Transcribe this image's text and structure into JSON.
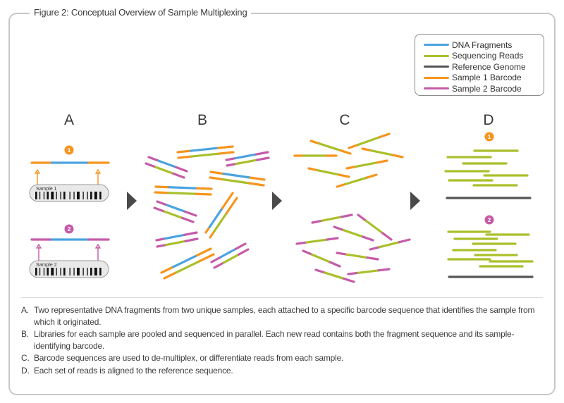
{
  "figure": {
    "title": "Figure 2: Conceptual Overview of Sample Multiplexing"
  },
  "colors": {
    "dna_fragment": "#4aa3df",
    "sequencing_read": "#aabf2a",
    "reference_genome": "#555555",
    "sample1_barcode": "#f7941d",
    "sample2_barcode": "#c55ba8",
    "arrow": "#4a4a4a"
  },
  "legend": {
    "items": [
      {
        "label": "DNA Fragments",
        "color_key": "dna_fragment"
      },
      {
        "label": "Sequencing Reads",
        "color_key": "sequencing_read"
      },
      {
        "label": "Reference Genome",
        "color_key": "reference_genome"
      },
      {
        "label": "Sample 1 Barcode",
        "color_key": "sample1_barcode"
      },
      {
        "label": "Sample 2 Barcode",
        "color_key": "sample2_barcode"
      }
    ]
  },
  "panels": {
    "A": {
      "label": "A",
      "samples": [
        {
          "badge": "1",
          "tube_label": "Sample 1",
          "barcode": "sample1_barcode"
        },
        {
          "badge": "2",
          "tube_label": "Sample 2",
          "barcode": "sample2_barcode"
        }
      ]
    },
    "B": {
      "label": "B"
    },
    "C": {
      "label": "C"
    },
    "D": {
      "label": "D",
      "groups": [
        {
          "badge": "1",
          "barcode": "sample1_barcode",
          "read_count": 7
        },
        {
          "badge": "2",
          "barcode": "sample2_barcode",
          "read_count": 9
        }
      ]
    }
  },
  "captions": [
    {
      "label": "A.",
      "text": "Two representative DNA fragments from two unique samples, each attached to a specific barcode sequence that identifies the sample from which it originated."
    },
    {
      "label": "B.",
      "text": "Libraries for each sample are pooled and sequenced in parallel. Each new read contains both the fragment sequence and its sample-identifying barcode."
    },
    {
      "label": "C.",
      "text": "Barcode sequences are used to de-multiplex, or differentiate reads from each sample."
    },
    {
      "label": "D.",
      "text": "Each set of reads is aligned to the reference sequence."
    }
  ]
}
